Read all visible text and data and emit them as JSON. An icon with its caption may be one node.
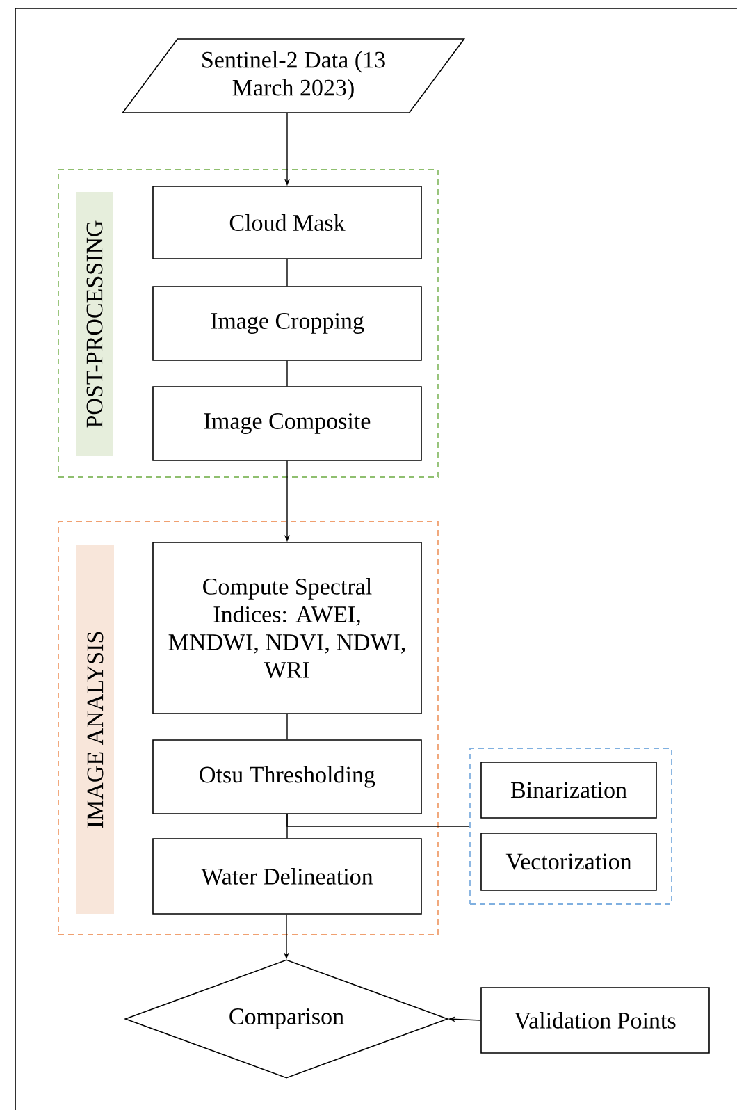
{
  "diagram": {
    "nodes": [
      {
        "text": [
          "Sentinel-2 Data (13 March 2023)"
        ]
      },
      {
        "text": [
          "POST-PROCESSING"
        ]
      },
      {
        "text": [
          "Cloud Mask"
        ],
        "in": 1
      },
      {
        "text": [
          "Image Cropping"
        ],
        "in": 1
      },
      {
        "text": [
          "Image Composite"
        ],
        "in": 1
      },
      {
        "text": [
          "IMAGE ANALYSIS"
        ]
      },
      {
        "text": [
          "Compute Spectral Indices: AWEI, MNDWI, NDVI, NDWI, WRI"
        ],
        "in": 5
      },
      {
        "text": [
          "Otsu Thresholding"
        ],
        "in": 5
      },
      {
        "text": [
          "Water Delineation"
        ],
        "in": 5
      },
      {
        "text": [],
        "shape": "box"
      },
      {
        "text": [
          "Binarization"
        ],
        "in": 9
      },
      {
        "text": [
          "Vectorization"
        ],
        "in": 9
      },
      {
        "text": [
          "Comparison"
        ]
      },
      {
        "text": [
          "Validation Points"
        ]
      }
    ],
    "edges": [
      {
        "from": 0,
        "to": 2,
        "arrow": "to"
      },
      {
        "from": 2,
        "to": 3,
        "arrow": "none"
      },
      {
        "from": 3,
        "to": 4,
        "arrow": "none"
      },
      {
        "from": 4,
        "to": 6,
        "arrow": "to"
      },
      {
        "from": 6,
        "to": 7,
        "arrow": "none"
      },
      {
        "from": 7,
        "to": 8,
        "arrow": "none"
      },
      {
        "from": 7,
        "to": 9,
        "arrow": "none"
      },
      {
        "from": 8,
        "to": 12,
        "arrow": "to"
      },
      {
        "from": 13,
        "to": 12,
        "arrow": "to"
      }
    ]
  }
}
